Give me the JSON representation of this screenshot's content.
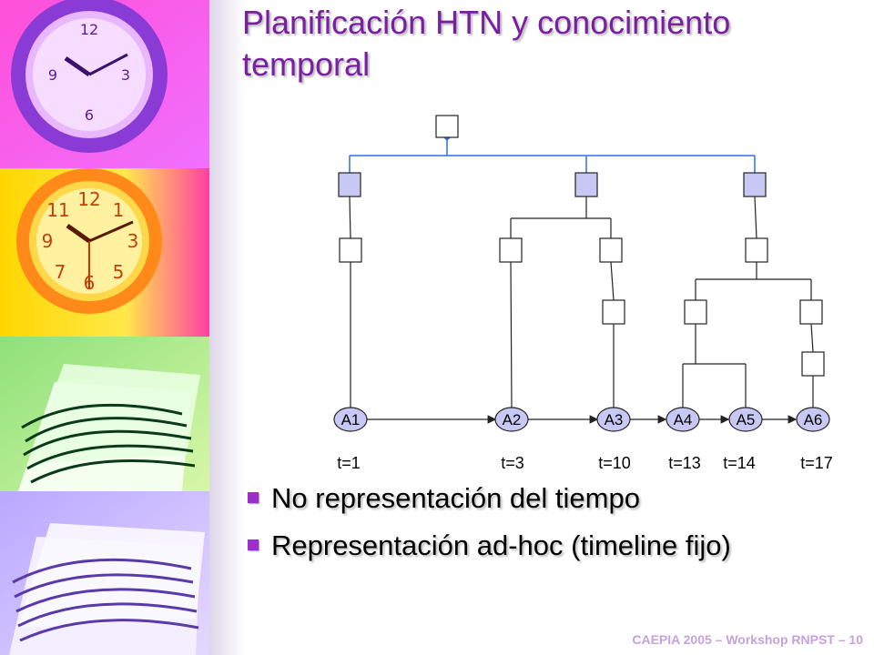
{
  "slide": {
    "title": "Planificación HTN y conocimiento temporal",
    "footer": "CAEPIA 2005 – Workshop RNPST – 10"
  },
  "diagram": {
    "actions": [
      {
        "label": "A1",
        "time": "t=1"
      },
      {
        "label": "A2",
        "time": "t=3"
      },
      {
        "label": "A3",
        "time": "t=10"
      },
      {
        "label": "A4",
        "time": "t=13"
      },
      {
        "label": "A5",
        "time": "t=14"
      },
      {
        "label": "A6",
        "time": "t=17"
      }
    ]
  },
  "bullets": [
    "No representación del tiempo",
    "Representación ad-hoc (timeline fijo)"
  ],
  "colors": {
    "title": "#7a1fa0",
    "node_fill": "#c8c8f4",
    "connector": "#2f6fe0",
    "bullet": "#9b2fc7"
  }
}
